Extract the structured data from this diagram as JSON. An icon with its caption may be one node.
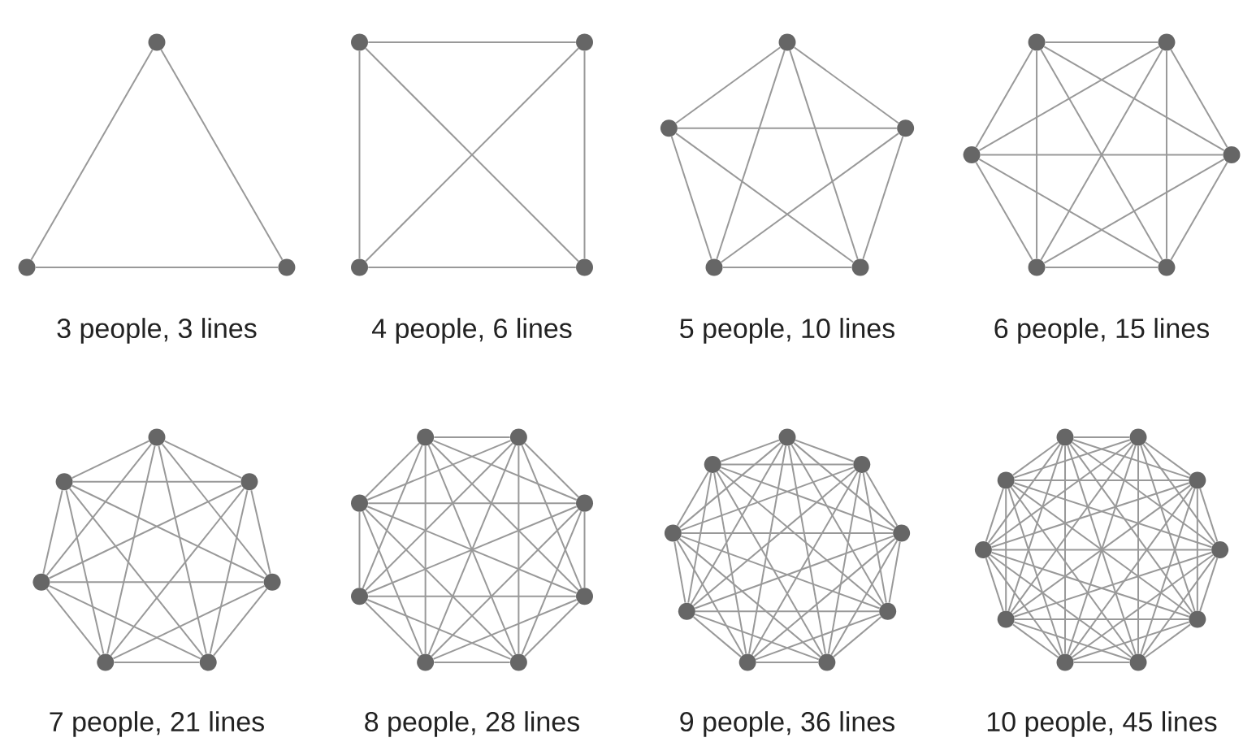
{
  "diagram": {
    "nodes": [
      {
        "text": [],
        "shape": "circle"
      },
      {
        "text": [],
        "shape": "circle"
      },
      {
        "text": [],
        "shape": "circle"
      },
      {
        "text": [],
        "shape": "circle"
      },
      {
        "text": [],
        "shape": "circle"
      },
      {
        "text": [],
        "shape": "circle"
      },
      {
        "text": [],
        "shape": "circle"
      },
      {
        "text": [],
        "shape": "circle"
      },
      {
        "text": [],
        "shape": "circle"
      },
      {
        "text": [],
        "shape": "circle"
      },
      {
        "text": [],
        "shape": "circle"
      },
      {
        "text": [],
        "shape": "circle"
      },
      {
        "text": [],
        "shape": "circle"
      },
      {
        "text": [],
        "shape": "circle"
      },
      {
        "text": [],
        "shape": "circle"
      },
      {
        "text": [],
        "shape": "circle"
      },
      {
        "text": [],
        "shape": "circle"
      },
      {
        "text": [],
        "shape": "circle"
      },
      {
        "text": [],
        "shape": "circle"
      },
      {
        "text": [],
        "shape": "circle"
      },
      {
        "text": [],
        "shape": "circle"
      },
      {
        "text": [],
        "shape": "circle"
      },
      {
        "text": [],
        "shape": "circle"
      },
      {
        "text": [],
        "shape": "circle"
      },
      {
        "text": [],
        "shape": "circle"
      },
      {
        "text": [],
        "shape": "circle"
      },
      {
        "text": [],
        "shape": "circle"
      },
      {
        "text": [],
        "shape": "circle"
      },
      {
        "text": [],
        "shape": "circle"
      },
      {
        "text": [],
        "shape": "circle"
      },
      {
        "text": [],
        "shape": "circle"
      },
      {
        "text": [],
        "shape": "circle"
      },
      {
        "text": [],
        "shape": "circle"
      },
      {
        "text": [],
        "shape": "circle"
      },
      {
        "text": [],
        "shape": "circle"
      },
      {
        "text": [],
        "shape": "circle"
      },
      {
        "text": [],
        "shape": "circle"
      },
      {
        "text": [],
        "shape": "circle"
      },
      {
        "text": [],
        "shape": "circle"
      },
      {
        "text": [],
        "shape": "circle"
      },
      {
        "text": [],
        "shape": "circle"
      },
      {
        "text": [],
        "shape": "circle"
      },
      {
        "text": [],
        "shape": "circle"
      },
      {
        "text": [],
        "shape": "circle"
      },
      {
        "text": [],
        "shape": "circle"
      },
      {
        "text": [],
        "shape": "circle"
      },
      {
        "text": [],
        "shape": "circle"
      },
      {
        "text": [],
        "shape": "circle"
      },
      {
        "text": [],
        "shape": "circle"
      },
      {
        "text": [],
        "shape": "circle"
      },
      {
        "text": [],
        "shape": "circle"
      },
      {
        "text": [],
        "shape": "circle"
      }
    ],
    "edges": [
      {
        "from": 0,
        "to": 1,
        "arrow": "none"
      },
      {
        "from": 0,
        "to": 2,
        "arrow": "none"
      },
      {
        "from": 1,
        "to": 2,
        "arrow": "none"
      },
      {
        "from": 3,
        "to": 4,
        "arrow": "none"
      },
      {
        "from": 3,
        "to": 5,
        "arrow": "none"
      },
      {
        "from": 3,
        "to": 6,
        "arrow": "none"
      },
      {
        "from": 4,
        "to": 5,
        "arrow": "none"
      },
      {
        "from": 4,
        "to": 6,
        "arrow": "none"
      },
      {
        "from": 5,
        "to": 6,
        "arrow": "none"
      },
      {
        "from": 7,
        "to": 8,
        "arrow": "none"
      },
      {
        "from": 7,
        "to": 9,
        "arrow": "none"
      },
      {
        "from": 7,
        "to": 10,
        "arrow": "none"
      },
      {
        "from": 7,
        "to": 11,
        "arrow": "none"
      },
      {
        "from": 8,
        "to": 9,
        "arrow": "none"
      },
      {
        "from": 8,
        "to": 10,
        "arrow": "none"
      },
      {
        "from": 8,
        "to": 11,
        "arrow": "none"
      },
      {
        "from": 9,
        "to": 10,
        "arrow": "none"
      },
      {
        "from": 9,
        "to": 11,
        "arrow": "none"
      },
      {
        "from": 10,
        "to": 11,
        "arrow": "none"
      },
      {
        "from": 12,
        "to": 13,
        "arrow": "none"
      },
      {
        "from": 12,
        "to": 14,
        "arrow": "none"
      },
      {
        "from": 12,
        "to": 15,
        "arrow": "none"
      },
      {
        "from": 12,
        "to": 16,
        "arrow": "none"
      },
      {
        "from": 12,
        "to": 17,
        "arrow": "none"
      },
      {
        "from": 13,
        "to": 14,
        "arrow": "none"
      },
      {
        "from": 13,
        "to": 15,
        "arrow": "none"
      },
      {
        "from": 13,
        "to": 16,
        "arrow": "none"
      },
      {
        "from": 13,
        "to": 17,
        "arrow": "none"
      },
      {
        "from": 14,
        "to": 15,
        "arrow": "none"
      },
      {
        "from": 14,
        "to": 16,
        "arrow": "none"
      },
      {
        "from": 14,
        "to": 17,
        "arrow": "none"
      },
      {
        "from": 15,
        "to": 16,
        "arrow": "none"
      },
      {
        "from": 15,
        "to": 17,
        "arrow": "none"
      },
      {
        "from": 16,
        "to": 17,
        "arrow": "none"
      },
      {
        "from": 18,
        "to": 19,
        "arrow": "none"
      },
      {
        "from": 18,
        "to": 20,
        "arrow": "none"
      },
      {
        "from": 18,
        "to": 21,
        "arrow": "none"
      },
      {
        "from": 18,
        "to": 22,
        "arrow": "none"
      },
      {
        "from": 18,
        "to": 23,
        "arrow": "none"
      },
      {
        "from": 18,
        "to": 24,
        "arrow": "none"
      },
      {
        "from": 19,
        "to": 20,
        "arrow": "none"
      },
      {
        "from": 19,
        "to": 21,
        "arrow": "none"
      },
      {
        "from": 19,
        "to": 22,
        "arrow": "none"
      },
      {
        "from": 19,
        "to": 23,
        "arrow": "none"
      },
      {
        "from": 19,
        "to": 24,
        "arrow": "none"
      },
      {
        "from": 20,
        "to": 21,
        "arrow": "none"
      },
      {
        "from": 20,
        "to": 22,
        "arrow": "none"
      },
      {
        "from": 20,
        "to": 23,
        "arrow": "none"
      },
      {
        "from": 20,
        "to": 24,
        "arrow": "none"
      },
      {
        "from": 21,
        "to": 22,
        "arrow": "none"
      },
      {
        "from": 21,
        "to": 23,
        "arrow": "none"
      },
      {
        "from": 21,
        "to": 24,
        "arrow": "none"
      },
      {
        "from": 22,
        "to": 23,
        "arrow": "none"
      },
      {
        "from": 22,
        "to": 24,
        "arrow": "none"
      },
      {
        "from": 23,
        "to": 24,
        "arrow": "none"
      },
      {
        "from": 25,
        "to": 26,
        "arrow": "none"
      },
      {
        "from": 25,
        "to": 27,
        "arrow": "none"
      },
      {
        "from": 25,
        "to": 28,
        "arrow": "none"
      },
      {
        "from": 25,
        "to": 29,
        "arrow": "none"
      },
      {
        "from": 25,
        "to": 30,
        "arrow": "none"
      },
      {
        "from": 25,
        "to": 31,
        "arrow": "none"
      },
      {
        "from": 25,
        "to": 32,
        "arrow": "none"
      },
      {
        "from": 26,
        "to": 27,
        "arrow": "none"
      },
      {
        "from": 26,
        "to": 28,
        "arrow": "none"
      },
      {
        "from": 26,
        "to": 29,
        "arrow": "none"
      },
      {
        "from": 26,
        "to": 30,
        "arrow": "none"
      },
      {
        "from": 26,
        "to": 31,
        "arrow": "none"
      },
      {
        "from": 26,
        "to": 32,
        "arrow": "none"
      },
      {
        "from": 27,
        "to": 28,
        "arrow": "none"
      },
      {
        "from": 27,
        "to": 29,
        "arrow": "none"
      },
      {
        "from": 27,
        "to": 30,
        "arrow": "none"
      },
      {
        "from": 27,
        "to": 31,
        "arrow": "none"
      },
      {
        "from": 27,
        "to": 32,
        "arrow": "none"
      },
      {
        "from": 28,
        "to": 29,
        "arrow": "none"
      },
      {
        "from": 28,
        "to": 30,
        "arrow": "none"
      },
      {
        "from": 28,
        "to": 31,
        "arrow": "none"
      },
      {
        "from": 28,
        "to": 32,
        "arrow": "none"
      },
      {
        "from": 29,
        "to": 30,
        "arrow": "none"
      },
      {
        "from": 29,
        "to": 31,
        "arrow": "none"
      },
      {
        "from": 29,
        "to": 32,
        "arrow": "none"
      },
      {
        "from": 30,
        "to": 31,
        "arrow": "none"
      },
      {
        "from": 30,
        "to": 32,
        "arrow": "none"
      },
      {
        "from": 31,
        "to": 32,
        "arrow": "none"
      },
      {
        "from": 33,
        "to": 34,
        "arrow": "none"
      },
      {
        "from": 33,
        "to": 35,
        "arrow": "none"
      },
      {
        "from": 33,
        "to": 36,
        "arrow": "none"
      },
      {
        "from": 33,
        "to": 37,
        "arrow": "none"
      },
      {
        "from": 33,
        "to": 38,
        "arrow": "none"
      },
      {
        "from": 33,
        "to": 39,
        "arrow": "none"
      },
      {
        "from": 33,
        "to": 40,
        "arrow": "none"
      },
      {
        "from": 33,
        "to": 41,
        "arrow": "none"
      },
      {
        "from": 34,
        "to": 35,
        "arrow": "none"
      },
      {
        "from": 34,
        "to": 36,
        "arrow": "none"
      },
      {
        "from": 34,
        "to": 37,
        "arrow": "none"
      },
      {
        "from": 34,
        "to": 38,
        "arrow": "none"
      },
      {
        "from": 34,
        "to": 39,
        "arrow": "none"
      },
      {
        "from": 34,
        "to": 40,
        "arrow": "none"
      },
      {
        "from": 34,
        "to": 41,
        "arrow": "none"
      },
      {
        "from": 35,
        "to": 36,
        "arrow": "none"
      },
      {
        "from": 35,
        "to": 37,
        "arrow": "none"
      },
      {
        "from": 35,
        "to": 38,
        "arrow": "none"
      },
      {
        "from": 35,
        "to": 39,
        "arrow": "none"
      },
      {
        "from": 35,
        "to": 40,
        "arrow": "none"
      },
      {
        "from": 35,
        "to": 41,
        "arrow": "none"
      },
      {
        "from": 36,
        "to": 37,
        "arrow": "none"
      },
      {
        "from": 36,
        "to": 38,
        "arrow": "none"
      },
      {
        "from": 36,
        "to": 39,
        "arrow": "none"
      },
      {
        "from": 36,
        "to": 40,
        "arrow": "none"
      },
      {
        "from": 36,
        "to": 41,
        "arrow": "none"
      },
      {
        "from": 37,
        "to": 38,
        "arrow": "none"
      },
      {
        "from": 37,
        "to": 39,
        "arrow": "none"
      },
      {
        "from": 37,
        "to": 40,
        "arrow": "none"
      },
      {
        "from": 37,
        "to": 41,
        "arrow": "none"
      },
      {
        "from": 38,
        "to": 39,
        "arrow": "none"
      },
      {
        "from": 38,
        "to": 40,
        "arrow": "none"
      },
      {
        "from": 38,
        "to": 41,
        "arrow": "none"
      },
      {
        "from": 39,
        "to": 40,
        "arrow": "none"
      },
      {
        "from": 39,
        "to": 41,
        "arrow": "none"
      },
      {
        "from": 40,
        "to": 41,
        "arrow": "none"
      },
      {
        "from": 42,
        "to": 43,
        "arrow": "none"
      },
      {
        "from": 42,
        "to": 44,
        "arrow": "none"
      },
      {
        "from": 42,
        "to": 45,
        "arrow": "none"
      },
      {
        "from": 42,
        "to": 46,
        "arrow": "none"
      },
      {
        "from": 42,
        "to": 47,
        "arrow": "none"
      },
      {
        "from": 42,
        "to": 48,
        "arrow": "none"
      },
      {
        "from": 42,
        "to": 49,
        "arrow": "none"
      },
      {
        "from": 42,
        "to": 50,
        "arrow": "none"
      },
      {
        "from": 42,
        "to": 51,
        "arrow": "none"
      },
      {
        "from": 43,
        "to": 44,
        "arrow": "none"
      },
      {
        "from": 43,
        "to": 45,
        "arrow": "none"
      },
      {
        "from": 43,
        "to": 46,
        "arrow": "none"
      },
      {
        "from": 43,
        "to": 47,
        "arrow": "none"
      },
      {
        "from": 43,
        "to": 48,
        "arrow": "none"
      },
      {
        "from": 43,
        "to": 49,
        "arrow": "none"
      },
      {
        "from": 43,
        "to": 50,
        "arrow": "none"
      },
      {
        "from": 43,
        "to": 51,
        "arrow": "none"
      },
      {
        "from": 44,
        "to": 45,
        "arrow": "none"
      },
      {
        "from": 44,
        "to": 46,
        "arrow": "none"
      },
      {
        "from": 44,
        "to": 47,
        "arrow": "none"
      },
      {
        "from": 44,
        "to": 48,
        "arrow": "none"
      },
      {
        "from": 44,
        "to": 49,
        "arrow": "none"
      },
      {
        "from": 44,
        "to": 50,
        "arrow": "none"
      },
      {
        "from": 44,
        "to": 51,
        "arrow": "none"
      },
      {
        "from": 45,
        "to": 46,
        "arrow": "none"
      },
      {
        "from": 45,
        "to": 47,
        "arrow": "none"
      },
      {
        "from": 45,
        "to": 48,
        "arrow": "none"
      },
      {
        "from": 45,
        "to": 49,
        "arrow": "none"
      },
      {
        "from": 45,
        "to": 50,
        "arrow": "none"
      },
      {
        "from": 45,
        "to": 51,
        "arrow": "none"
      },
      {
        "from": 46,
        "to": 47,
        "arrow": "none"
      },
      {
        "from": 46,
        "to": 48,
        "arrow": "none"
      },
      {
        "from": 46,
        "to": 49,
        "arrow": "none"
      },
      {
        "from": 46,
        "to": 50,
        "arrow": "none"
      },
      {
        "from": 46,
        "to": 51,
        "arrow": "none"
      },
      {
        "from": 47,
        "to": 48,
        "arrow": "none"
      },
      {
        "from": 47,
        "to": 49,
        "arrow": "none"
      },
      {
        "from": 47,
        "to": 50,
        "arrow": "none"
      },
      {
        "from": 47,
        "to": 51,
        "arrow": "none"
      },
      {
        "from": 48,
        "to": 49,
        "arrow": "none"
      },
      {
        "from": 48,
        "to": 50,
        "arrow": "none"
      },
      {
        "from": 48,
        "to": 51,
        "arrow": "none"
      },
      {
        "from": 49,
        "to": 50,
        "arrow": "none"
      },
      {
        "from": 49,
        "to": 51,
        "arrow": "none"
      },
      {
        "from": 50,
        "to": 51,
        "arrow": "none"
      }
    ],
    "labels": [
      "3 people, 3 lines",
      "4 people, 6 lines",
      "5 people, 10 lines",
      "6 people, 15 lines",
      "7 people, 21 lines",
      "8 people, 28 lines",
      "9 people, 36 lines",
      "10 people, 45 lines"
    ]
  }
}
